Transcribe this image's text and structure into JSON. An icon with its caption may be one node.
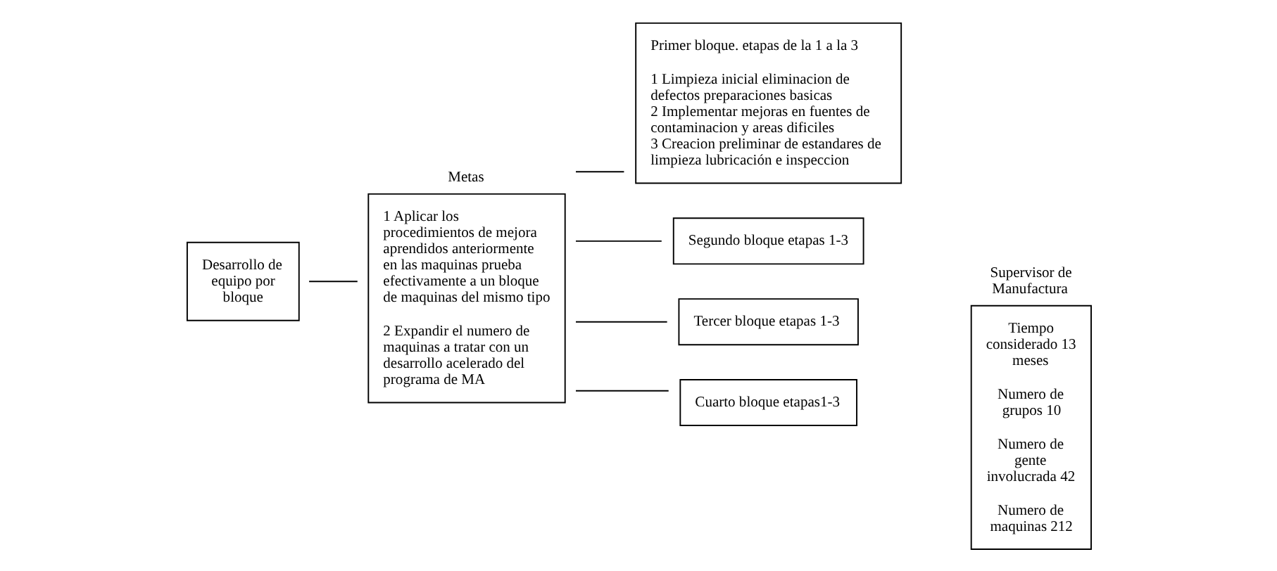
{
  "diagram": {
    "nodes": [
      {
        "text": [
          "Desarrollo de equipo por bloque"
        ]
      },
      {
        "text": [
          "Metas",
          "1 Aplicar los procedimientos de mejora aprendidos anteriormente en las maquinas prueba efectivamente a un bloque de maquinas del mismo tipo",
          "2 Expandir el numero de maquinas a tratar con un desarrollo acelerado del programa de MA"
        ]
      },
      {
        "text": [
          "Primer bloque. etapas de la 1 a la 3",
          "1 Limpieza inicial eliminacion de defectos preparaciones basicas",
          "2 Implementar mejoras en fuentes de contaminacion y areas dificiles",
          "3 Creacion preliminar de estandares de limpieza lubricación e inspeccion"
        ]
      },
      {
        "text": [
          "Segundo bloque etapas 1-3"
        ]
      },
      {
        "text": [
          "Tercer bloque etapas 1-3"
        ]
      },
      {
        "text": [
          "Cuarto bloque etapas1-3"
        ]
      },
      {
        "text": [
          "Supervisor de Manufactura",
          "Tiempo considerado 13 meses",
          "Numero de grupos 10",
          "Numero de gente involucrada 42",
          "Numero de maquinas 212"
        ]
      }
    ],
    "edges": [
      {
        "from": 0,
        "to": 1,
        "arrow": "none"
      },
      {
        "from": 1,
        "to": 2,
        "arrow": "none"
      },
      {
        "from": 1,
        "to": 3,
        "arrow": "none"
      },
      {
        "from": 1,
        "to": 4,
        "arrow": "none"
      },
      {
        "from": 1,
        "to": 5,
        "arrow": "none"
      }
    ]
  }
}
